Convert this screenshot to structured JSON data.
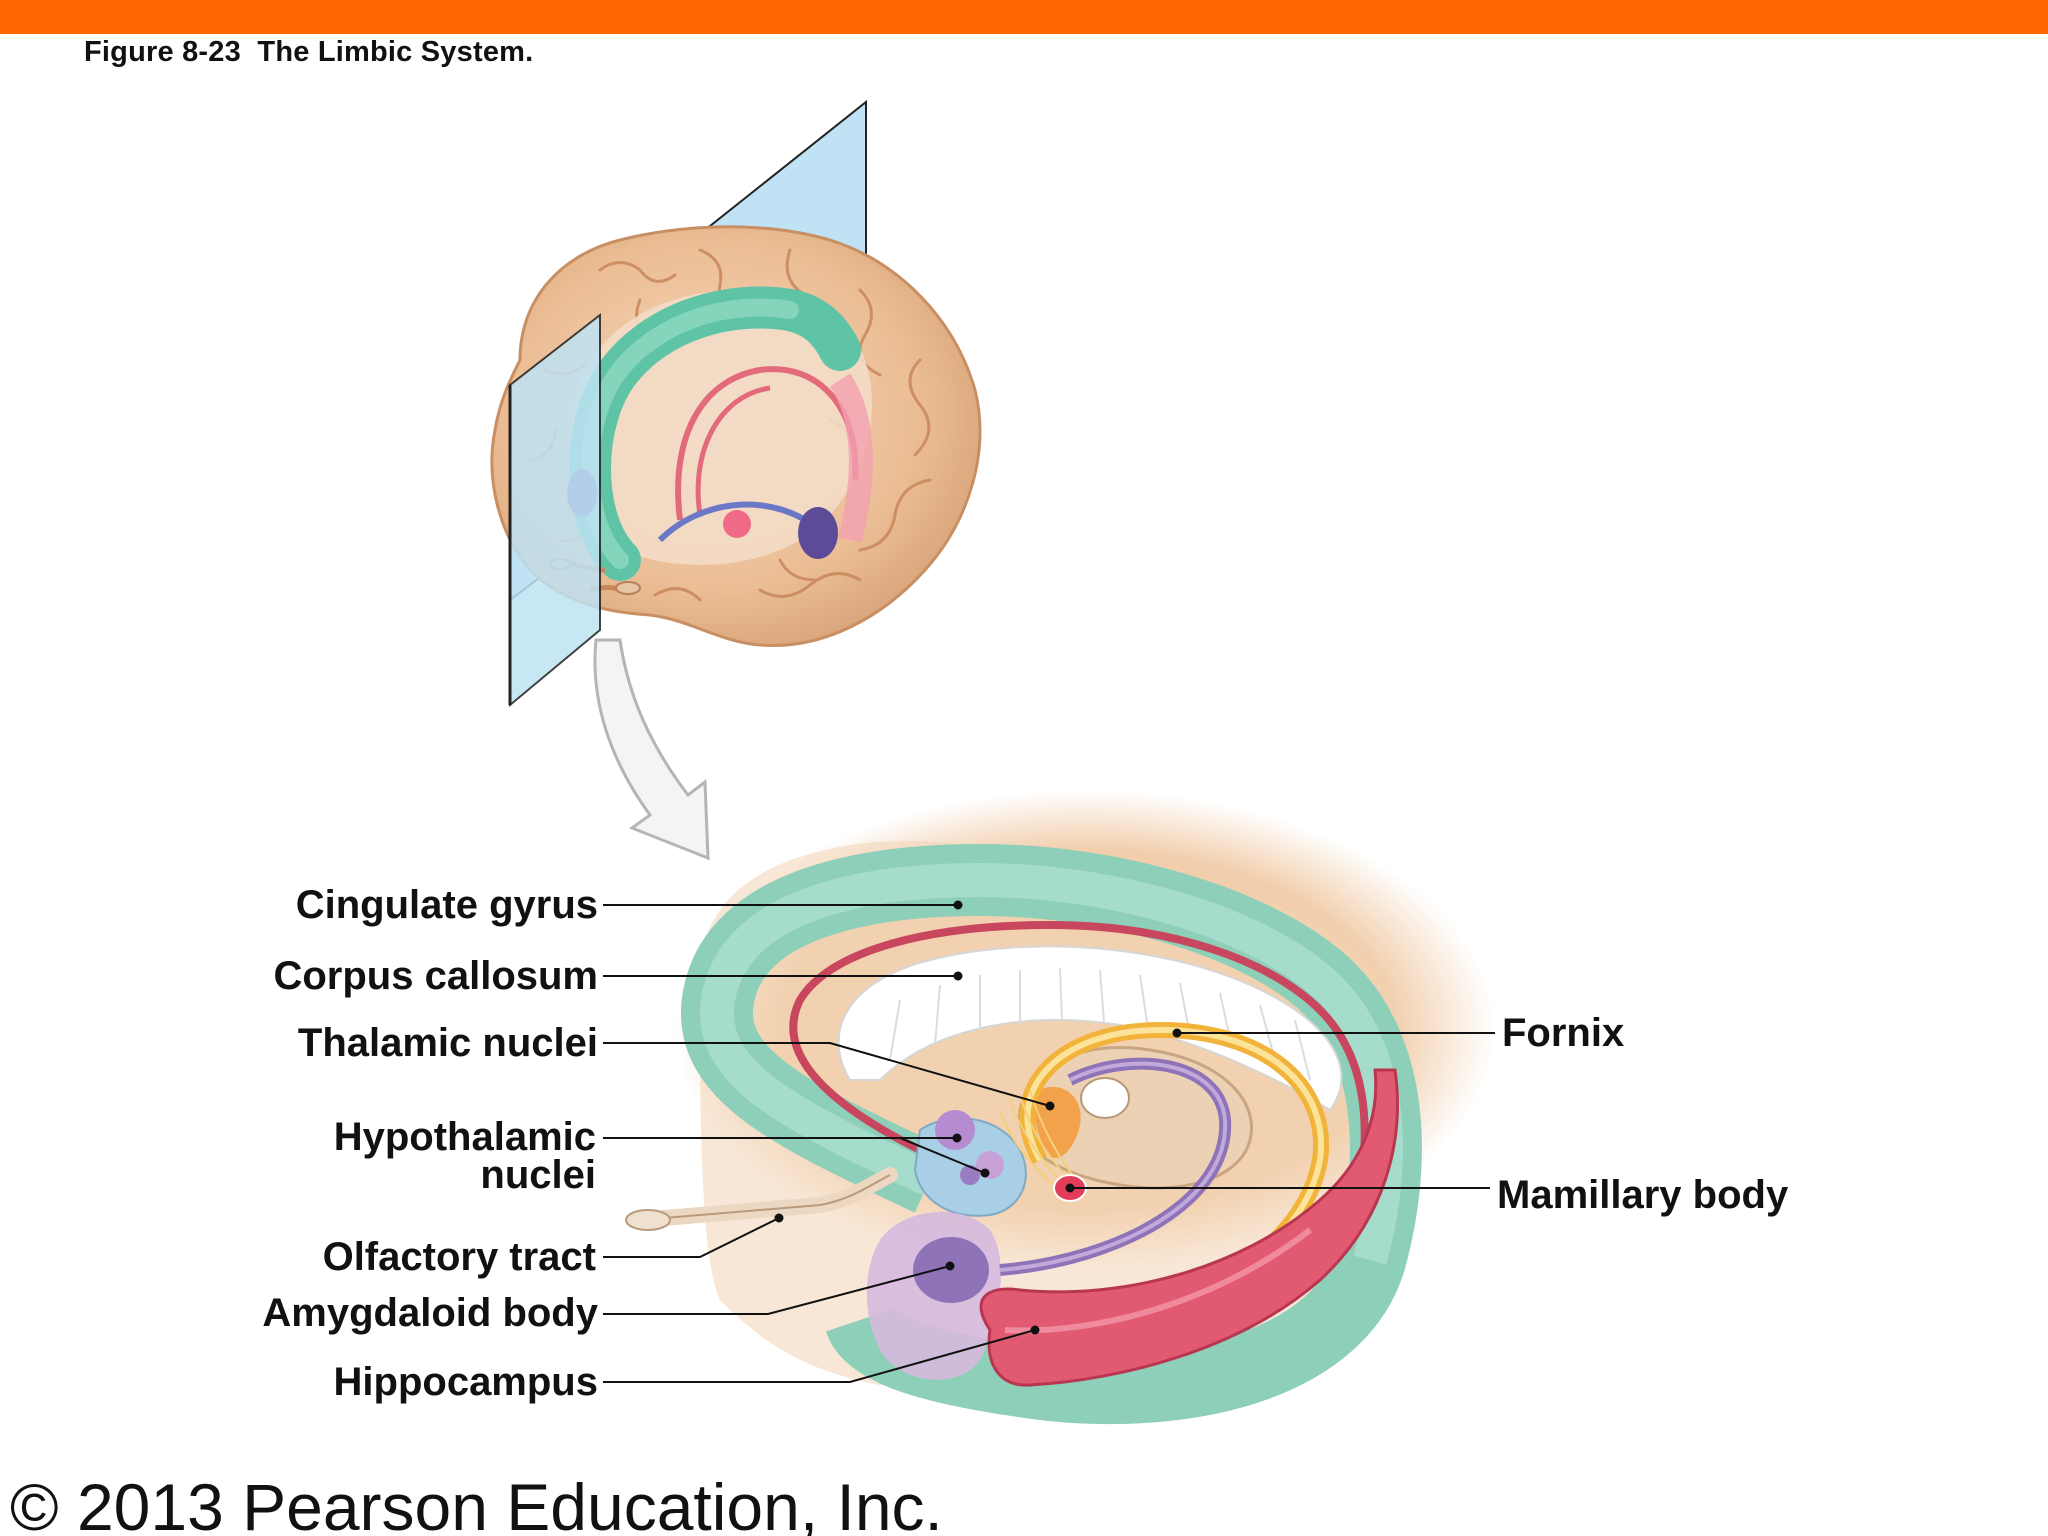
{
  "header": {
    "accent_color": "#ff6600",
    "figure_caption": "Figure 8-23  The Limbic System."
  },
  "labels": {
    "cingulate_gyrus": "Cingulate gyrus",
    "corpus_callosum": "Corpus callosum",
    "thalamic_nuclei": "Thalamic nuclei",
    "hypothalamic_nuclei_line1": "Hypothalamic",
    "hypothalamic_nuclei_line2": "nuclei",
    "olfactory_tract": "Olfactory tract",
    "amygdaloid_body": "Amygdaloid body",
    "hippocampus": "Hippocampus",
    "fornix": "Fornix",
    "mamillary_body": "Mamillary body"
  },
  "footer": {
    "copyright": "© 2013 Pearson Education, Inc."
  },
  "colors": {
    "brain_tan": "#e8b890",
    "cingulate_green": "#7dc9b0",
    "section_plane_blue": "#bfe3f4",
    "hippocampus_red": "#e0506a",
    "fornix_yellow": "#f5c542",
    "amygdala_purple": "#8a6bb0"
  }
}
